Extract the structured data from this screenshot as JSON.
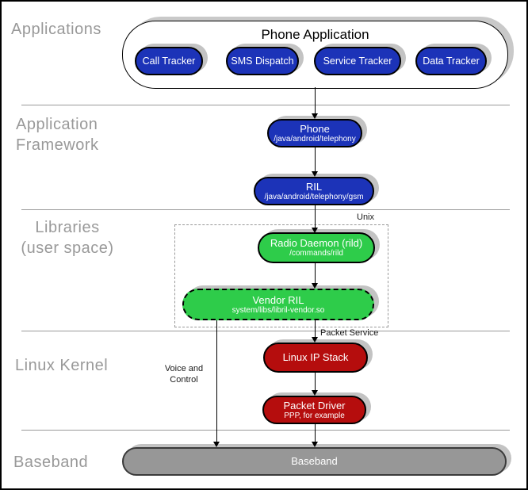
{
  "sections": {
    "applications": {
      "label": "Applications"
    },
    "framework": {
      "line1": "Application",
      "line2": "Framework"
    },
    "libraries": {
      "line1": "Libraries",
      "line2": "(user space)"
    },
    "kernel": {
      "label": "Linux Kernel"
    },
    "baseband": {
      "label": "Baseband"
    }
  },
  "nodes": {
    "phone_application": {
      "title": "Phone Application"
    },
    "call_tracker": {
      "label": "Call Tracker"
    },
    "sms_dispatch": {
      "label": "SMS Dispatch"
    },
    "service_tracker": {
      "label": "Service Tracker"
    },
    "data_tracker": {
      "label": "Data Tracker"
    },
    "phone": {
      "title": "Phone",
      "subtitle": "/java/android/telephony"
    },
    "ril": {
      "title": "RIL",
      "subtitle": "/java/android/telephony/gsm"
    },
    "radio_daemon": {
      "title": "Radio Daemon (rild)",
      "subtitle": "/commands/rild"
    },
    "vendor_ril": {
      "title": "Vendor RIL",
      "subtitle": "system/libs/libril-vendor.so"
    },
    "linux_ip_stack": {
      "title": "Linux IP Stack"
    },
    "packet_driver": {
      "title": "Packet Driver",
      "subtitle": "PPP, for example"
    },
    "baseband": {
      "title": "Baseband"
    }
  },
  "annotations": {
    "unix": "Unix",
    "packet_service": "Packet Service",
    "voice_line1": "Voice and",
    "voice_line2": "Control"
  },
  "colors": {
    "app_blue": "#1c33b8",
    "library_green": "#2ecc4a",
    "kernel_red": "#b50d0d",
    "baseband_gray": "#979797",
    "shadow_gray": "#c3c3c3",
    "section_label_gray": "#999999"
  }
}
